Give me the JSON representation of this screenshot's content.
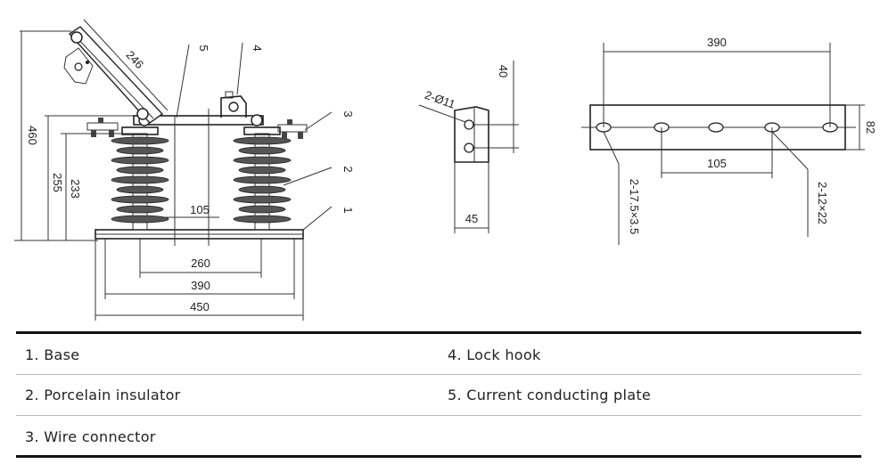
{
  "dimensions": {
    "d460": "460",
    "d255": "255",
    "d233": "233",
    "d246": "246",
    "d105_left": "105",
    "d260": "260",
    "d390_left": "390",
    "d450": "450",
    "d40": "40",
    "d2phi11": "2-Ø11",
    "d45": "45",
    "d390_right": "390",
    "d82": "82",
    "d105_right": "105",
    "d2_17x35": "2-17.5×3.5",
    "d2_12x22": "2-12×22"
  },
  "callouts": {
    "c1": "1",
    "c2": "2",
    "c3": "3",
    "c4": "4",
    "c5": "5"
  },
  "legend": {
    "item1": "1. Base",
    "item2": "2. Porcelain insulator",
    "item3": "3. Wire connector",
    "item4": "4. Lock hook",
    "item5": "5. Current conducting plate"
  }
}
